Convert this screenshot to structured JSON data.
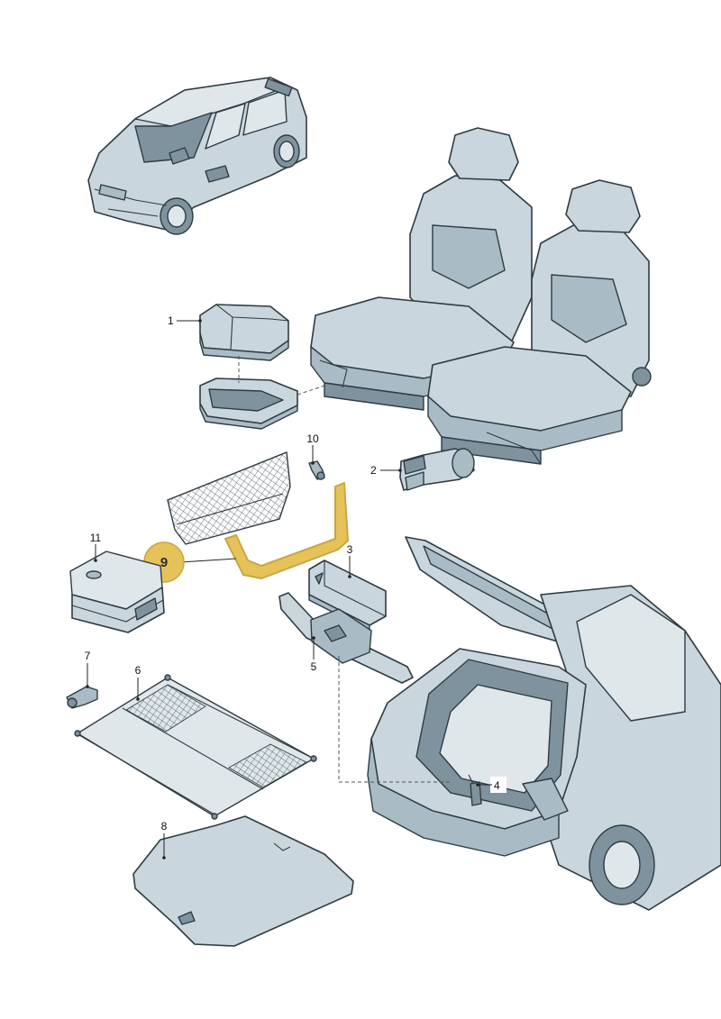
{
  "callouts": {
    "c1": "1",
    "c2": "2",
    "c3": "3",
    "c4": "4",
    "c5": "5",
    "c6": "6",
    "c7": "7",
    "c8": "8",
    "c10": "10",
    "c11": "11"
  },
  "highlight": {
    "label": "9",
    "fill_color": "#e6c35a",
    "stroke_color": "#c9a640"
  },
  "colors": {
    "part": "#c9d6dd",
    "outline": "#2f3b42"
  }
}
